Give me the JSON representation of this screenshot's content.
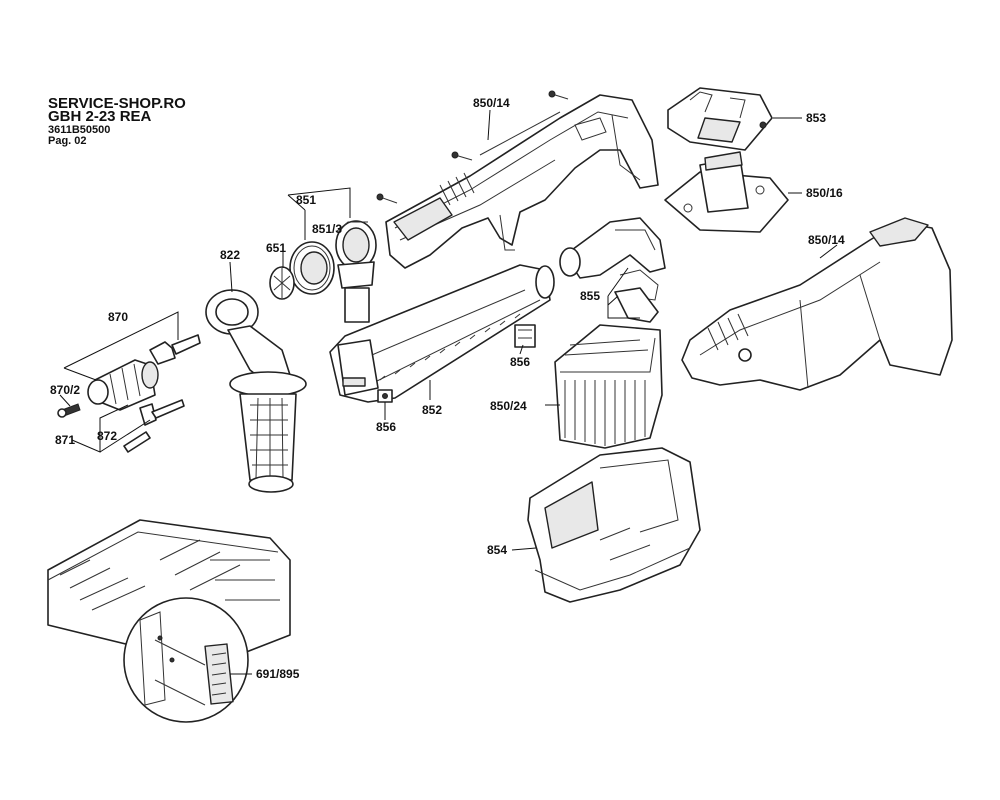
{
  "header": {
    "site": "SERVICE-SHOP.RO",
    "model": "GBH 2-23 REA",
    "part_number": "3611B50500",
    "page": "Pag. 02"
  },
  "labels": {
    "l_850_14_top": "850/14",
    "l_853": "853",
    "l_850_16": "850/16",
    "l_851": "851",
    "l_851_3": "851/3",
    "l_651": "651",
    "l_822": "822",
    "l_850_14_right": "850/14",
    "l_855": "855",
    "l_870": "870",
    "l_856_right": "856",
    "l_870_2": "870/2",
    "l_852": "852",
    "l_850_24": "850/24",
    "l_871": "871",
    "l_872": "872",
    "l_856_left": "856",
    "l_854": "854",
    "l_691_895": "691/895"
  }
}
